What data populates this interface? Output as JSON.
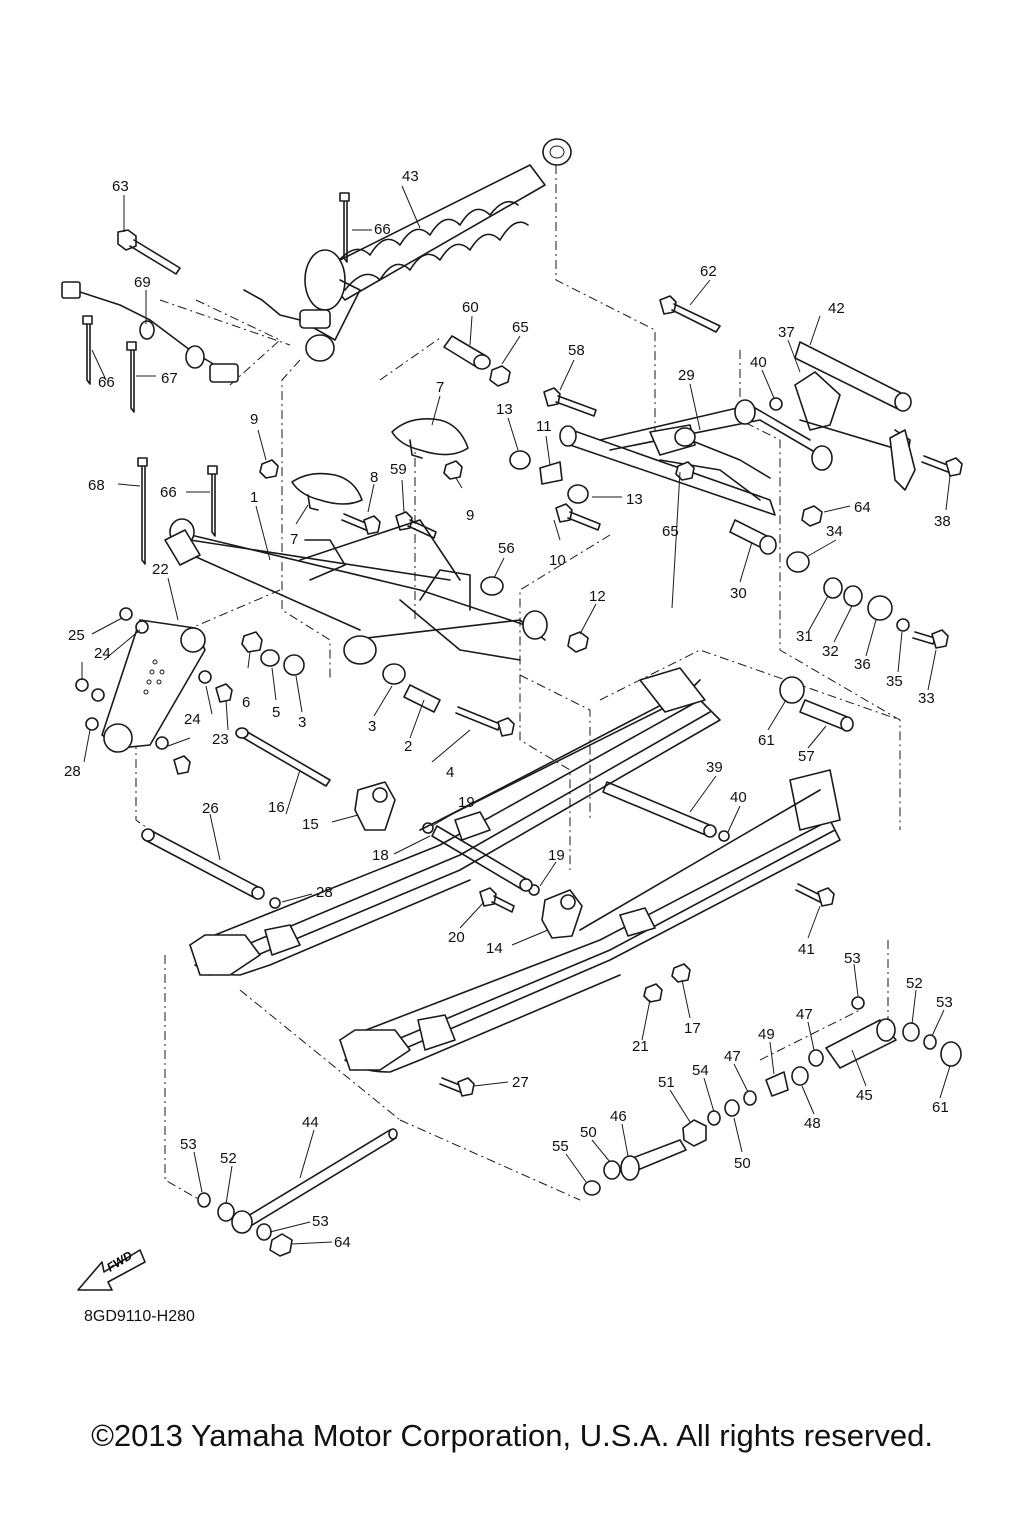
{
  "diagram_code": "8GD9110-H280",
  "copyright": "©2013 Yamaha Motor Corporation, U.S.A. All rights reserved.",
  "fwd_label": "FWD",
  "callouts": {
    "c1": "1",
    "c2": "2",
    "c3": "3",
    "c4": "4",
    "c5": "5",
    "c6": "6",
    "c7": "7",
    "c8": "8",
    "c9": "9",
    "c10": "10",
    "c11": "11",
    "c12": "12",
    "c13": "13",
    "c14": "14",
    "c15": "15",
    "c16": "16",
    "c17": "17",
    "c18": "18",
    "c19": "19",
    "c20": "20",
    "c21": "21",
    "c22": "22",
    "c23": "23",
    "c24": "24",
    "c25": "25",
    "c26": "26",
    "c27": "27",
    "c28": "28",
    "c29": "29",
    "c30": "30",
    "c31": "31",
    "c32": "32",
    "c33": "33",
    "c34": "34",
    "c35": "35",
    "c36": "36",
    "c37": "37",
    "c38": "38",
    "c39": "39",
    "c40": "40",
    "c41": "41",
    "c42": "42",
    "c43": "43",
    "c44": "44",
    "c45": "45",
    "c46": "46",
    "c47": "47",
    "c48": "48",
    "c49": "49",
    "c50": "50",
    "c51": "51",
    "c52": "52",
    "c53": "53",
    "c54": "54",
    "c55": "55",
    "c56": "56",
    "c57": "57",
    "c58": "58",
    "c59": "59",
    "c60": "60",
    "c61": "61",
    "c62": "62",
    "c63": "63",
    "c64": "64",
    "c65": "65",
    "c66": "66",
    "c67": "67",
    "c68": "68",
    "c69": "69"
  }
}
